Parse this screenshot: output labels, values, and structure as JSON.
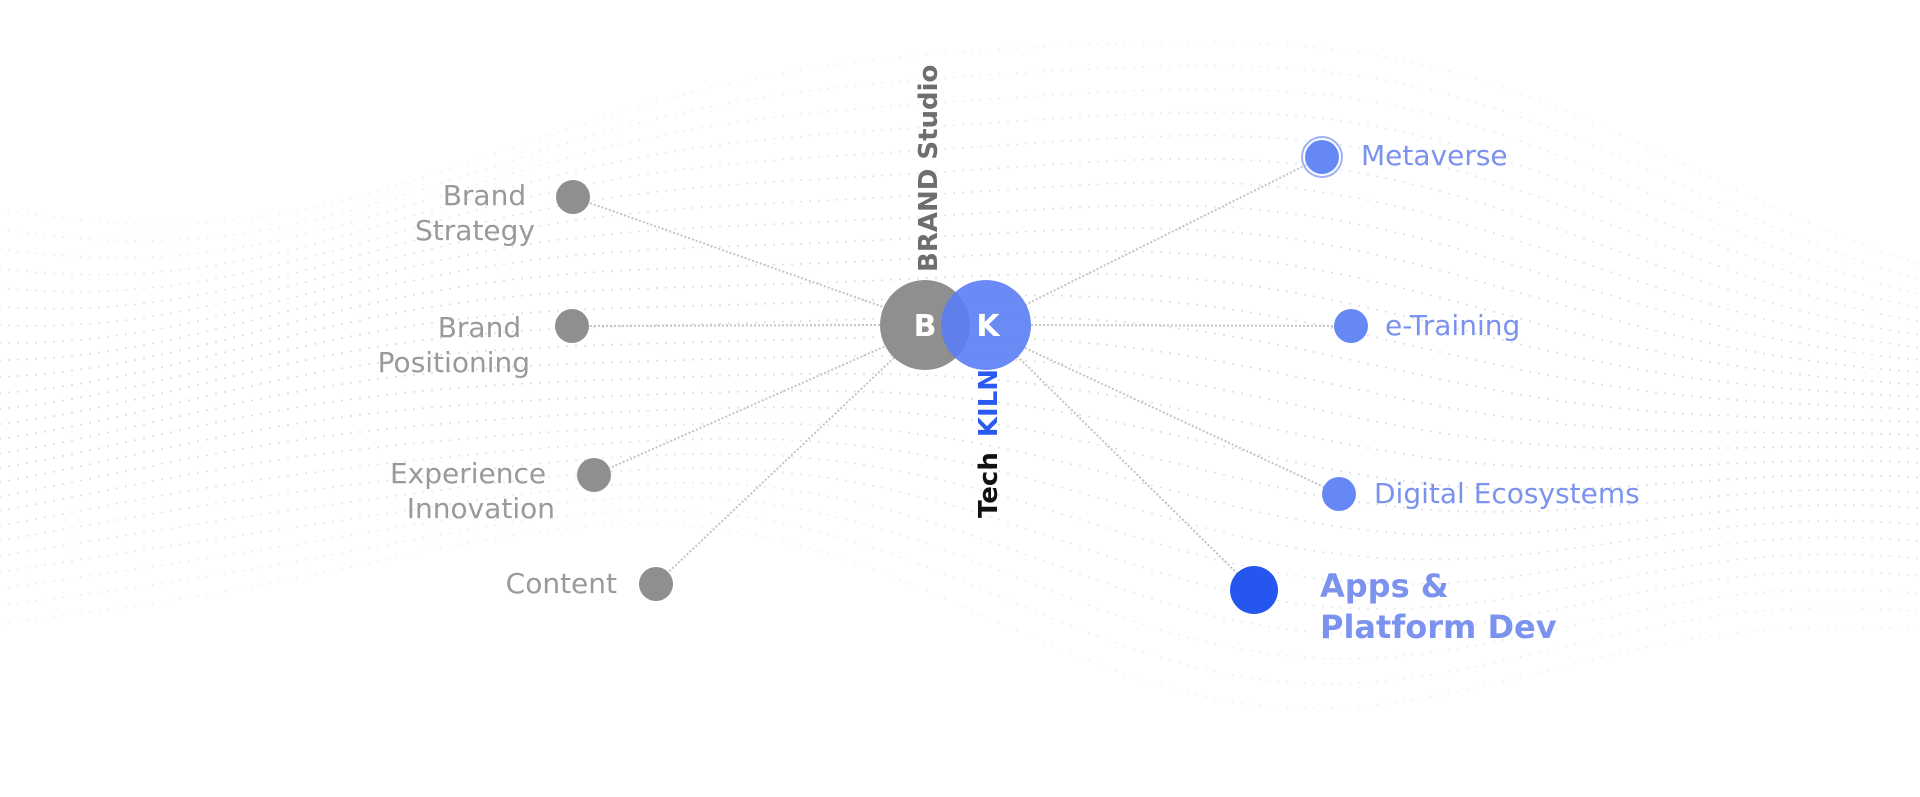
{
  "colors": {
    "gray_node": "#8f8f8f",
    "gray_text": "#9a9a9a",
    "blue_node": "#6688f5",
    "blue_text": "#7b93ee",
    "blue_strong": "#2557ef",
    "kiln_blue": "#2a5af0",
    "line": "#c4c4c4",
    "dots": "#c9c9c9",
    "vertical_gray": "#6e6e6e",
    "tech_black": "#111111",
    "hub_letters": "#ffffff"
  },
  "hub": {
    "left_letter": "B",
    "right_letter": "K",
    "brand_studio": "BRAND Studio",
    "tech": "Tech",
    "kiln": "KILN"
  },
  "brand_services": [
    {
      "lines": [
        "Brand",
        "Strategy"
      ]
    },
    {
      "lines": [
        "Brand",
        "Positioning"
      ]
    },
    {
      "lines": [
        "Experience",
        "Innovation"
      ]
    },
    {
      "lines": [
        "Content"
      ]
    }
  ],
  "tech_services": [
    {
      "lines": [
        "Metaverse"
      ]
    },
    {
      "lines": [
        "e-Training"
      ]
    },
    {
      "lines": [
        "Digital Ecosystems"
      ]
    },
    {
      "lines": [
        "Apps &",
        "Platform Dev"
      ],
      "emphasis": true
    }
  ]
}
